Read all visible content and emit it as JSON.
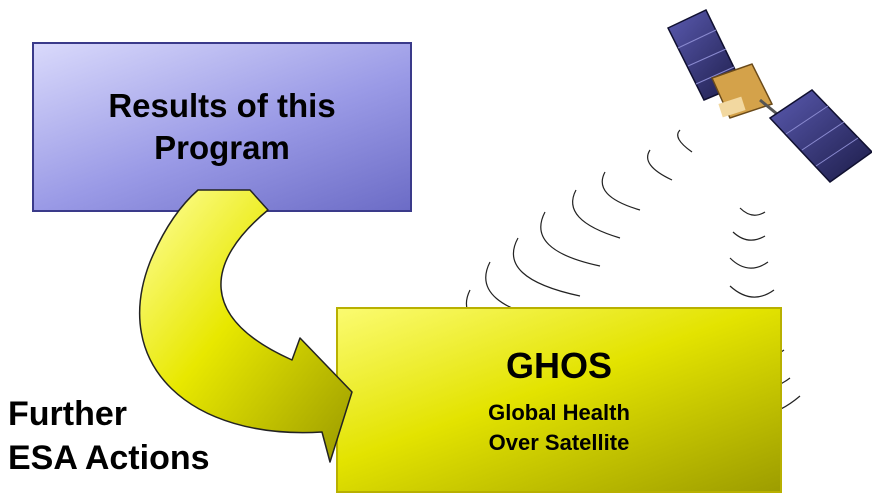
{
  "results_box": {
    "line1": "Results of this",
    "line2": "Program"
  },
  "ghos_box": {
    "title": "GHOS",
    "line1": "Global Health",
    "line2": "Over Satellite"
  },
  "further_label": {
    "line1": "Further",
    "line2": "ESA Actions"
  },
  "icons": [
    "satellite-icon",
    "signal-waves",
    "curved-arrow"
  ],
  "colors": {
    "results_fill": "#9a9ae6",
    "ghos_fill": "#e3e300",
    "arrow_fill": "#e8e800",
    "solar_panel": "#28285a"
  }
}
